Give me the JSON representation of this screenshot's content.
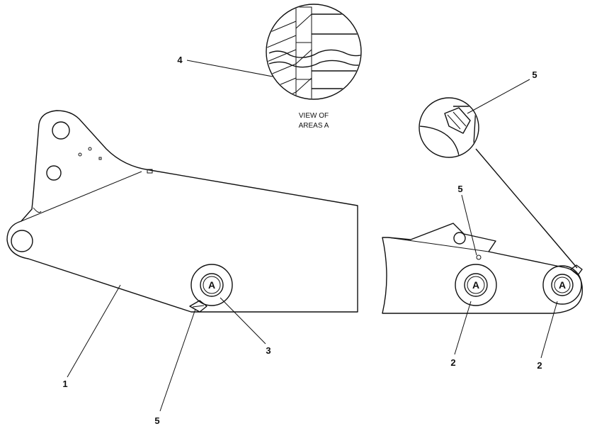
{
  "callouts": {
    "c1": "1",
    "c2a": "2",
    "c2b": "2",
    "c3": "3",
    "c4": "4",
    "c5_bottom": "5",
    "c5_top": "5",
    "c5_mid": "5"
  },
  "caption": {
    "line1": "VIEW OF",
    "line2": "AREAS A"
  },
  "bolt_labels": {
    "b1": "A",
    "b2": "A",
    "b3": "A"
  }
}
